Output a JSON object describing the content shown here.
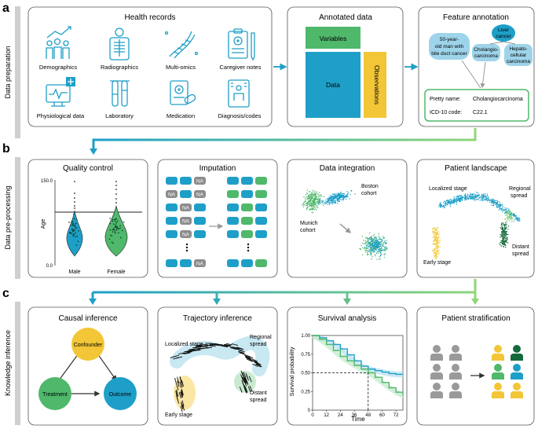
{
  "sections": {
    "a": {
      "letter": "a",
      "label": "Data preparation"
    },
    "b": {
      "letter": "b",
      "label": "Data pre-processing"
    },
    "c": {
      "letter": "c",
      "label": "Knowledge inference"
    }
  },
  "health_records": {
    "title": "Health records",
    "items": [
      "Demographics",
      "Radiographics",
      "Multi-omics",
      "Caregiver notes",
      "Physiological data",
      "Laboratory",
      "Medication",
      "Diagnosis/codes"
    ]
  },
  "annotated_data": {
    "title": "Annotated data",
    "variables": "Variables",
    "data": "Data",
    "observations": "Observations"
  },
  "feature_annotation": {
    "title": "Feature annotation",
    "patient_text": [
      "50-year-",
      "old man with",
      "bile duct cancer"
    ],
    "liver_cancer": [
      "Liver",
      "cancer"
    ],
    "cholangio": [
      "Cholangio-",
      "carcinoma"
    ],
    "hepato": [
      "Hepato-",
      "cellular",
      "carcinoma"
    ],
    "pretty_name_label": "Pretty name:",
    "pretty_name_value": "Cholangiocarcinoma",
    "icd_label": "ICD-10 code:",
    "icd_value": "C22.1"
  },
  "quality_control": {
    "title": "Quality control",
    "y_axis": "Age",
    "ticks": [
      "150.0",
      "0.0"
    ],
    "groups": [
      "Male",
      "Female"
    ]
  },
  "imputation": {
    "title": "Imputation",
    "na": "NA"
  },
  "data_integration": {
    "title": "Data integration",
    "boston": [
      "Boston",
      "cohort"
    ],
    "munich": [
      "Munich",
      "cohort"
    ]
  },
  "patient_landscape": {
    "title": "Patient landscape",
    "localized": "Localized stage",
    "regional": [
      "Regional",
      "spread"
    ],
    "distant": [
      "Distant",
      "spread"
    ],
    "early": "Early stage"
  },
  "causal_inference": {
    "title": "Causal inference",
    "confounder": "Confounder",
    "treatment": "Treatment",
    "outcome": "Outcome"
  },
  "trajectory_inference": {
    "title": "Trajectory inference",
    "localized": "Localized stage",
    "regional": [
      "Regional",
      "spread"
    ],
    "distant": [
      "Distant",
      "spread"
    ],
    "early": "Early stage"
  },
  "survival_analysis": {
    "title": "Survival analysis",
    "ylabel": "Survival probability",
    "xlabel": "Time",
    "xticks": [
      "0",
      "12",
      "24",
      "36",
      "48",
      "60",
      "72"
    ],
    "yticks": [
      "0",
      "0.25",
      "0.50",
      "0.75",
      "1.00"
    ]
  },
  "patient_stratification": {
    "title": "Patient stratification"
  },
  "colors": {
    "blue": "#1e9fc8",
    "green": "#4fb86b",
    "light_green": "#8fd67a",
    "yellow": "#f2c636",
    "dark_green": "#13693b",
    "gray": "#9a9a9a",
    "na_gray": "#8c8c8c",
    "border": "#555555"
  },
  "chart_data": {
    "type": "line",
    "xlabel": "Time",
    "ylabel": "Survival probability",
    "xlim": [
      0,
      78
    ],
    "ylim": [
      0,
      1
    ],
    "x_ticks": [
      0,
      12,
      24,
      36,
      48,
      60,
      72
    ],
    "y_ticks": [
      0,
      0.25,
      0.5,
      0.75,
      1.0
    ],
    "reference": {
      "x": 48,
      "y": 0.5
    },
    "series": [
      {
        "color": "#1e9fc8",
        "x": [
          0,
          6,
          12,
          18,
          24,
          30,
          36,
          42,
          48,
          54,
          60,
          66,
          72,
          78
        ],
        "y": [
          1.0,
          0.97,
          0.93,
          0.88,
          0.82,
          0.74,
          0.66,
          0.59,
          0.55,
          0.53,
          0.51,
          0.49,
          0.48,
          0.48
        ]
      },
      {
        "color": "#4fb86b",
        "x": [
          0,
          6,
          12,
          18,
          24,
          30,
          36,
          42,
          48,
          54,
          60,
          66,
          72,
          78
        ],
        "y": [
          1.0,
          0.95,
          0.88,
          0.8,
          0.72,
          0.66,
          0.6,
          0.55,
          0.5,
          0.44,
          0.37,
          0.3,
          0.24,
          0.2
        ]
      }
    ]
  }
}
